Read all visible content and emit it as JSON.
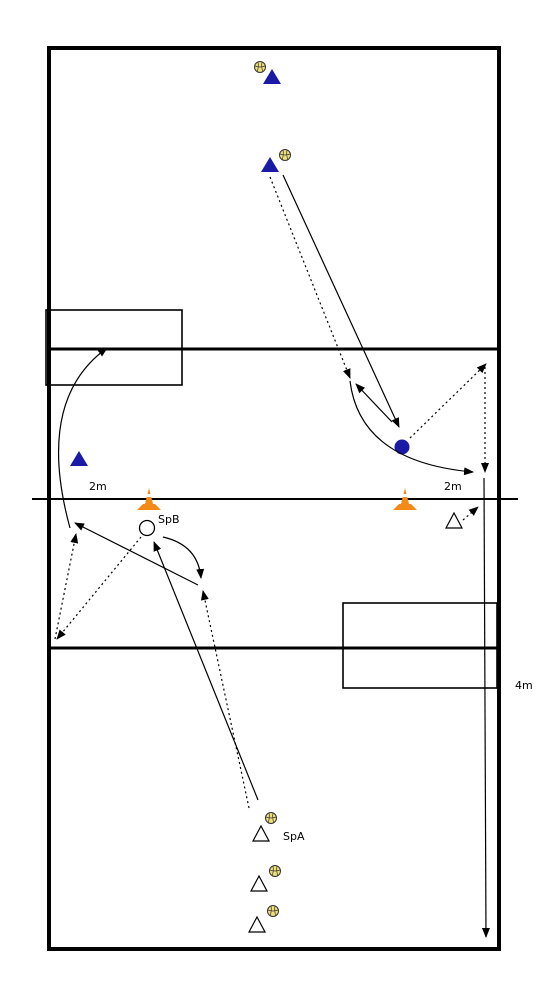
{
  "labels": {
    "zone_left": "2m",
    "zone_right": "2m",
    "side_distance": "4m",
    "player_a": "SpA",
    "player_b": "SpB"
  },
  "colors": {
    "court_line": "#000000",
    "team_blue": "#1a1aa6",
    "cone": "#f28a1a",
    "ball": "#efe07a"
  },
  "icons": {
    "ball": "volleyball-icon",
    "cone": "cone-icon",
    "player_blue": "blue-triangle-player",
    "player_white": "white-triangle-player",
    "player_circle_blue": "blue-circle-player",
    "player_circle_white": "white-circle-player"
  }
}
